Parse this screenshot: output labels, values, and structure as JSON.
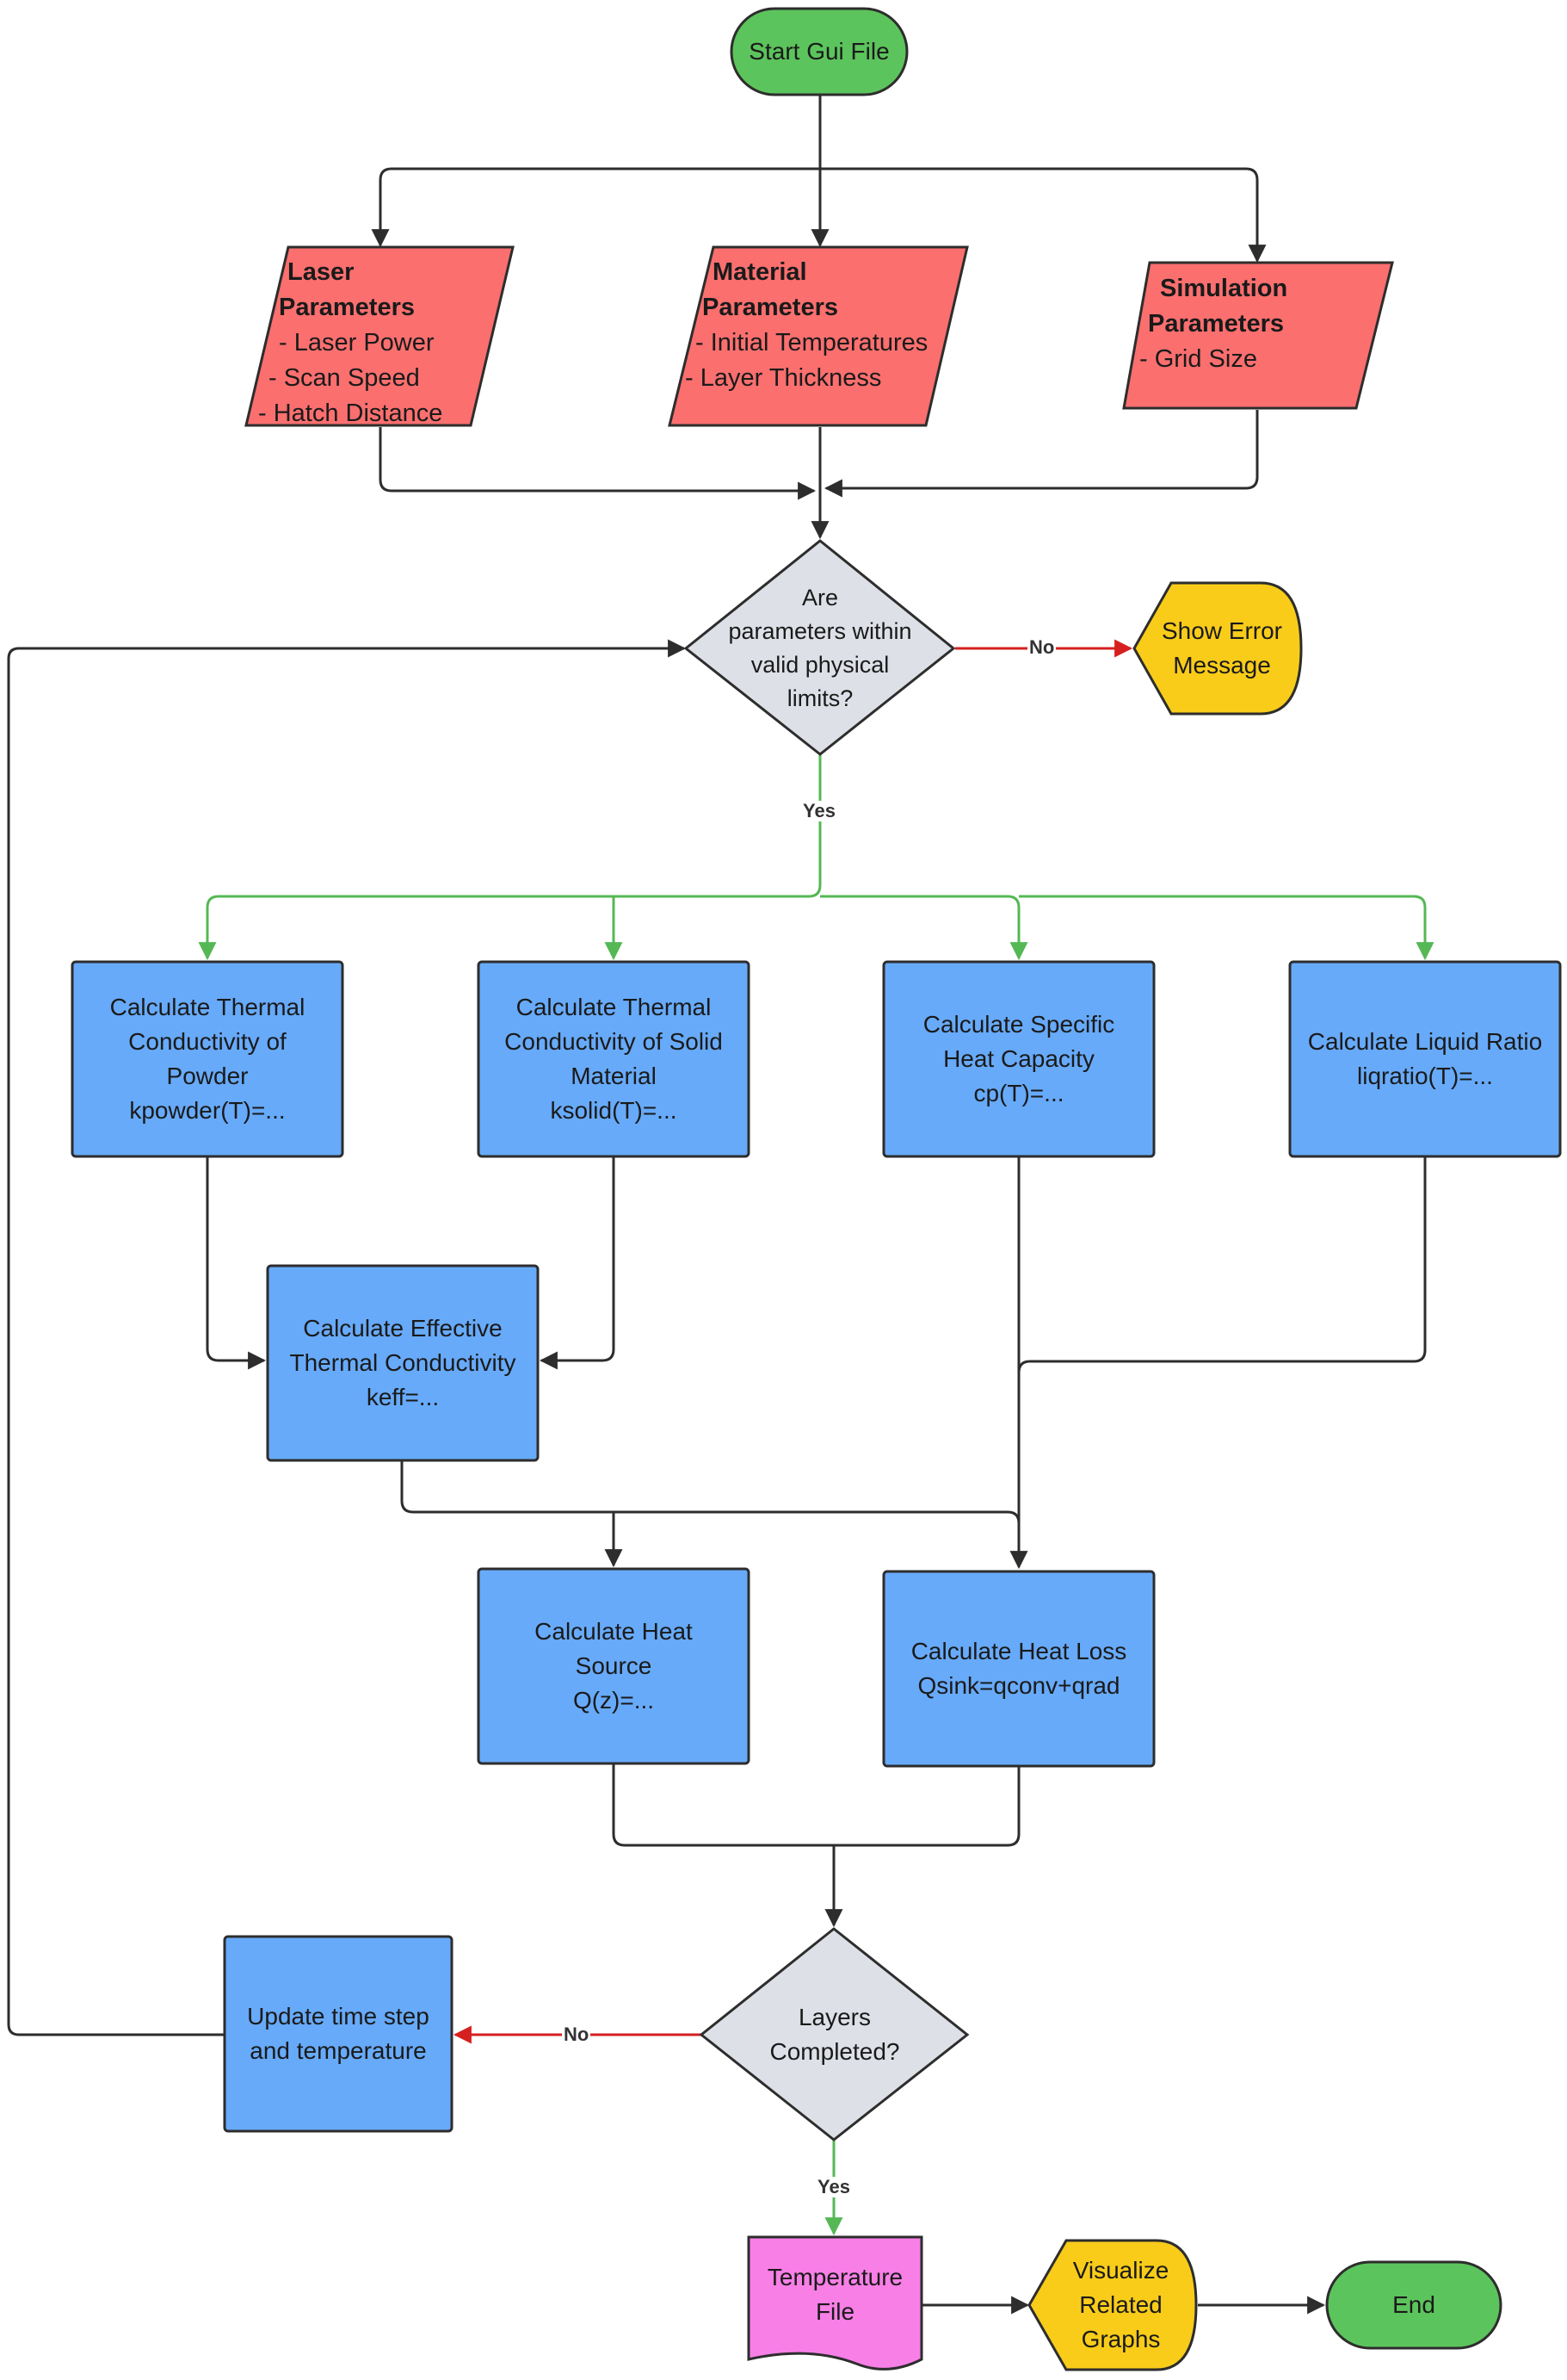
{
  "start": "Start Gui File",
  "inputs": {
    "laser": {
      "title_1": "Laser",
      "title_2": "Parameters",
      "items": [
        "- Laser Power",
        "- Scan Speed",
        "- Hatch Distance"
      ]
    },
    "material": {
      "title_1": "Material",
      "title_2": "Parameters",
      "items": [
        "- Initial Temperatures",
        "- Layer Thickness"
      ]
    },
    "simulation": {
      "title_1": "Simulation",
      "title_2": "Parameters",
      "items": [
        "- Grid Size"
      ]
    }
  },
  "decision_valid": {
    "lines": [
      "Are",
      "parameters within",
      "valid physical",
      "limits?"
    ]
  },
  "error": {
    "lines": [
      "Show Error",
      "Message"
    ]
  },
  "labels": {
    "no": "No",
    "yes": "Yes"
  },
  "calc": {
    "kpowder": [
      "Calculate Thermal",
      "Conductivity of",
      "Powder",
      "kpowder(T)=..."
    ],
    "ksolid": [
      "Calculate Thermal",
      "Conductivity of Solid",
      "Material",
      "ksolid(T)=..."
    ],
    "cp": [
      "Calculate Specific",
      "Heat Capacity",
      "cp(T)=..."
    ],
    "liq": [
      "Calculate Liquid Ratio",
      "liqratio(T)=..."
    ],
    "keff": [
      "Calculate Effective",
      "Thermal Conductivity",
      "keff=..."
    ],
    "heat_source": [
      "Calculate Heat",
      "Source",
      "Q(z)=..."
    ],
    "heat_loss": [
      "Calculate Heat Loss",
      "Qsink=qconv+qrad"
    ]
  },
  "decision_layers": {
    "lines": [
      "Layers",
      "Completed?"
    ]
  },
  "update": [
    "Update time step",
    "and temperature"
  ],
  "temp_file": [
    "Temperature",
    "File"
  ],
  "visualize": [
    "Visualize",
    "Related",
    "Graphs"
  ],
  "end": "End",
  "colors": {
    "terminal": "#5cc45c",
    "input": "#fb6f6f",
    "decision": "#dde0e6",
    "process": "#67aaf9",
    "display": "#f9cc1a",
    "document": "#f77fe6",
    "edge_dark": "#2d2d2d",
    "edge_yes": "#55b855",
    "edge_no": "#d62020"
  }
}
